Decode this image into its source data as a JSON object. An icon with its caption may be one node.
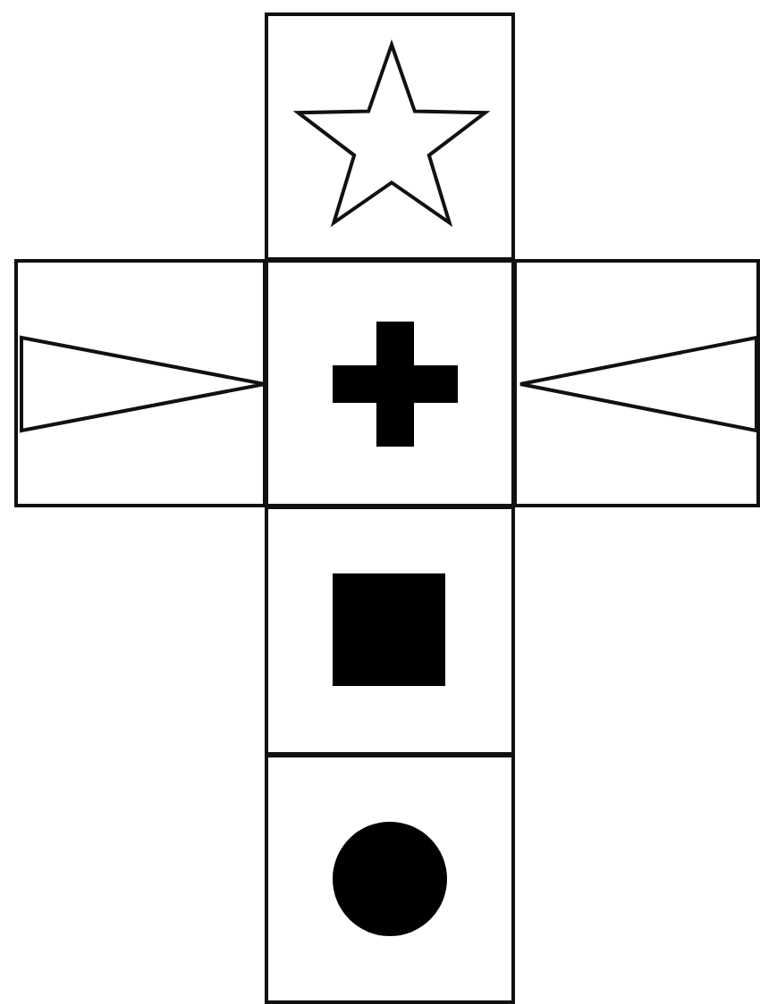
{
  "diagram": {
    "nodes": [
      {
        "text": [],
        "shape": "box"
      },
      {
        "text": [],
        "shape": "star",
        "in": 0
      },
      {
        "text": [],
        "shape": "box"
      },
      {
        "text": [],
        "shape": "triangle",
        "in": 2
      },
      {
        "text": [],
        "shape": "box"
      },
      {
        "text": [],
        "shape": "cross",
        "in": 4
      },
      {
        "text": [],
        "shape": "box"
      },
      {
        "text": [],
        "shape": "triangle",
        "in": 6
      },
      {
        "text": [],
        "shape": "box"
      },
      {
        "text": [],
        "shape": "square",
        "in": 8
      },
      {
        "text": [],
        "shape": "box"
      },
      {
        "text": [],
        "shape": "circle",
        "in": 10
      }
    ]
  }
}
